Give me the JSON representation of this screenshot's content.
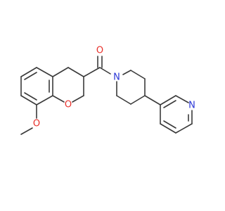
{
  "colors": {
    "bond": "#3a3a3a",
    "oxygen": "#e8302a",
    "nitrogen": "#2a36d6"
  },
  "atoms": {
    "carbonyl_oxygen": "O",
    "ring_oxygen": "O",
    "methoxy_oxygen": "O",
    "piperidine_nitrogen": "N",
    "pyridine_nitrogen": "N"
  }
}
